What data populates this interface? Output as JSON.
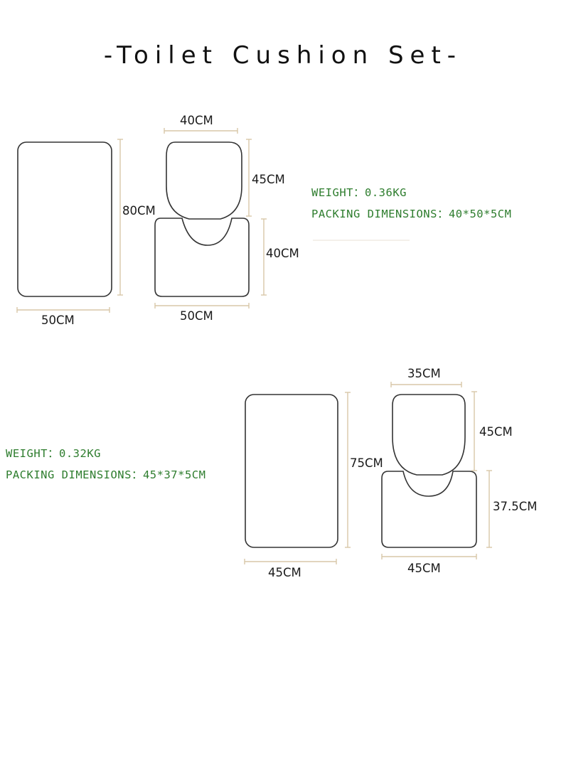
{
  "title": "-Toilet Cushion Set-",
  "set_1": {
    "mat_width": "50CM",
    "mat_height": "80CM",
    "lid_width": "40CM",
    "lid_height": "45CM",
    "contour_height": "40CM",
    "contour_width": "50CM",
    "weight": "WEIGHT：0.36KG",
    "packing": "PACKING DIMENSIONS：40*50*5CM"
  },
  "set_2": {
    "mat_width": "45CM",
    "mat_height": "75CM",
    "lid_width": "35CM",
    "lid_height": "45CM",
    "contour_height": "37.5CM",
    "contour_width": "45CM",
    "weight": "WEIGHT：0.32KG",
    "packing": "PACKING DIMENSIONS：45*37*5CM"
  },
  "colors": {
    "spec_text": "#2e7d2e",
    "dimension_line": "#d8c7a8",
    "outline": "#333333"
  }
}
